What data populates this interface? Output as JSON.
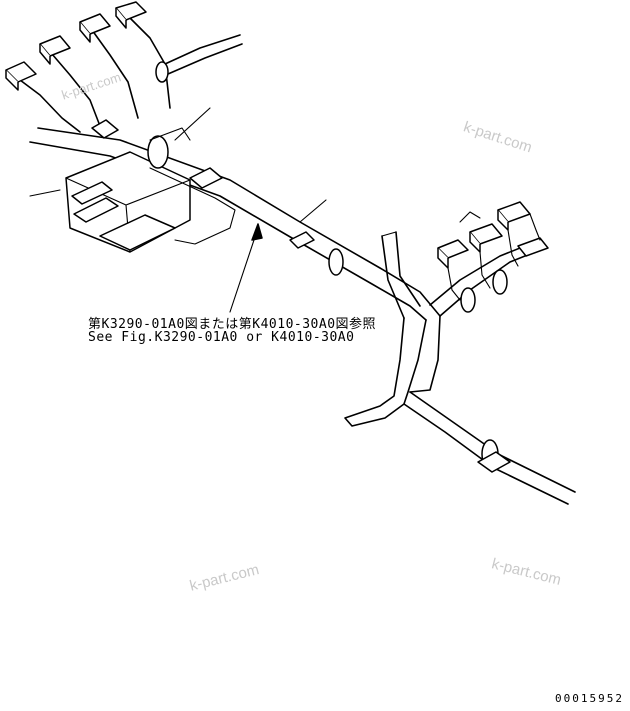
{
  "callout": {
    "japanese": "第K3290-01A0図または第K4010-30A0図参照",
    "english": "See Fig.K3290-01A0 or K4010-30A0"
  },
  "watermark": "k-part.com",
  "part_number": "00015952"
}
